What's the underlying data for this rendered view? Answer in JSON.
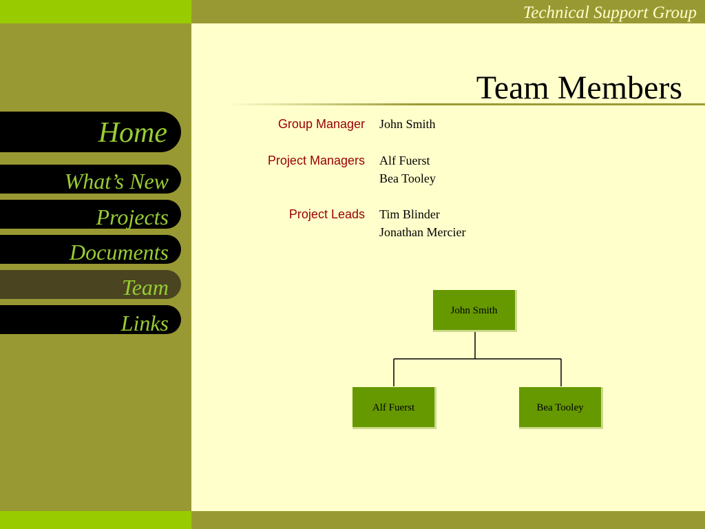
{
  "header": {
    "title": "Technical Support Group"
  },
  "nav": {
    "home": "Home",
    "whats_new": "What’s New",
    "projects": "Projects",
    "documents": "Documents",
    "team": "Team",
    "links": "Links"
  },
  "page": {
    "title": "Team Members"
  },
  "roles": {
    "group_manager": {
      "label": "Group Manager",
      "names": [
        "John Smith"
      ]
    },
    "project_managers": {
      "label": "Project Managers",
      "names": [
        "Alf Fuerst",
        "Bea Tooley"
      ]
    },
    "project_leads": {
      "label": "Project Leads",
      "names": [
        "Tim Blinder",
        "Jonathan Mercier"
      ]
    }
  },
  "org_chart": {
    "root": "John Smith",
    "children": [
      "Alf Fuerst",
      "Bea Tooley"
    ]
  },
  "colors": {
    "accent_green": "#99cc00",
    "olive": "#999933",
    "background": "#ffffcc",
    "nav_text": "#99cc33",
    "role_text": "#990000",
    "box_green": "#669900"
  }
}
